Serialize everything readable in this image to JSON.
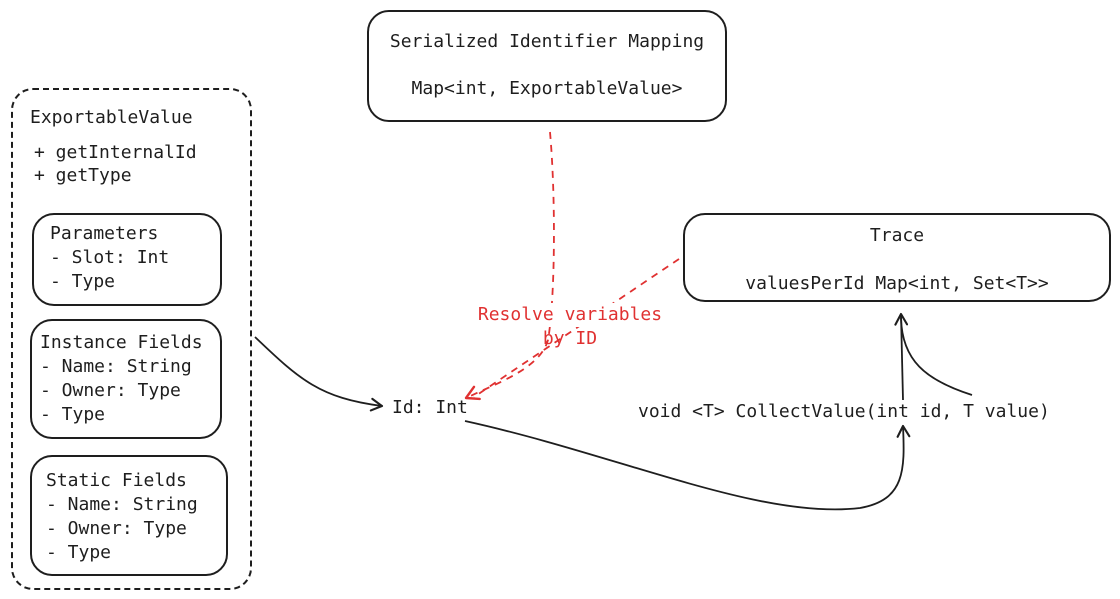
{
  "exportable_value": {
    "title": "ExportableValue",
    "methods": [
      "+ getInternalId",
      "+ getType"
    ],
    "parameters": {
      "title": "Parameters",
      "items": [
        "- Slot: Int",
        "- Type"
      ]
    },
    "instance_fields": {
      "title": "Instance Fields",
      "items": [
        "- Name: String",
        "- Owner: Type",
        "- Type"
      ]
    },
    "static_fields": {
      "title": "Static Fields",
      "items": [
        "- Name: String",
        "- Owner: Type",
        "- Type"
      ]
    }
  },
  "mapping": {
    "title": "Serialized Identifier Mapping",
    "type": "Map<int, ExportableValue>"
  },
  "trace": {
    "title": "Trace",
    "field": "valuesPerId Map<int, Set<T>>"
  },
  "id_label": "Id: Int",
  "method_sig": "void <T> CollectValue(int id, T value)",
  "resolve_label": [
    "Resolve variables",
    "by ID"
  ],
  "colors": {
    "stroke": "#1e1e1e",
    "accent": "#e03131"
  }
}
